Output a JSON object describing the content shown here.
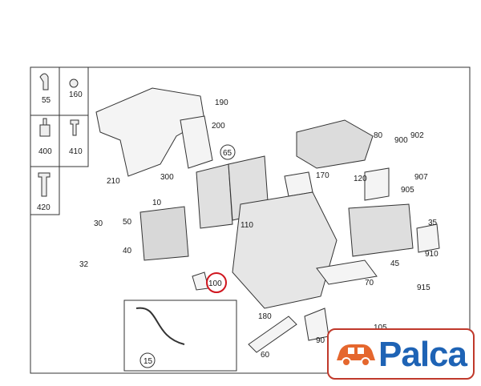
{
  "parts": {
    "p55": "55",
    "p160": "160",
    "p400": "400",
    "p410": "410",
    "p420": "420",
    "p190": "190",
    "p200": "200",
    "p65": "65",
    "p80": "80",
    "p900": "900",
    "p902": "902",
    "p210": "210",
    "p300": "300",
    "p170": "170",
    "p120": "120",
    "p907": "907",
    "p905": "905",
    "p10": "10",
    "p110": "110",
    "p30": "30",
    "p50": "50",
    "p40": "40",
    "p35": "35",
    "p45": "45",
    "p910": "910",
    "p915": "915",
    "p32": "32",
    "p100": "100",
    "p70": "70",
    "p180": "180",
    "p105": "105",
    "p90": "90",
    "p60": "60",
    "p15": "15"
  },
  "brand": {
    "name": "Palca"
  },
  "colors": {
    "highlight": "#d0161f",
    "brand_blue": "#1e63b5",
    "brand_red": "#c0392b"
  }
}
